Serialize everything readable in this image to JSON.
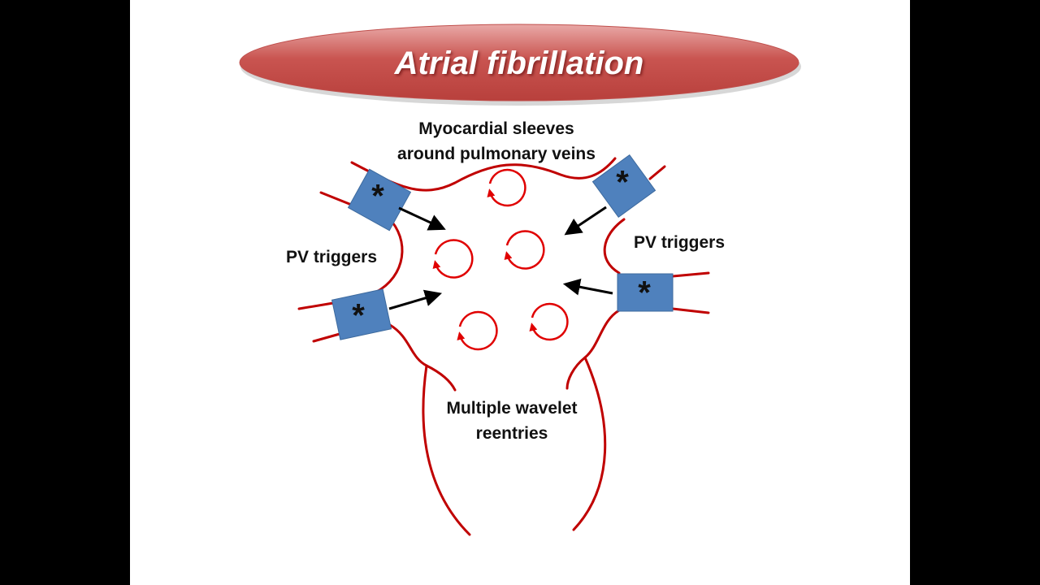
{
  "title": "Atrial fibrillation",
  "labels": {
    "sleeves_line1": "Myocardial sleeves",
    "sleeves_line2": "around pulmonary veins",
    "pv_left": "PV triggers",
    "pv_right": "PV triggers",
    "wavelet_line1": "Multiple wavelet",
    "wavelet_line2": "reentries"
  },
  "trigger_marker": "*",
  "colors": {
    "background": "#000000",
    "slide": "#ffffff",
    "title_fill": "#c0504d",
    "outline": "#c00000",
    "reentry": "#e00000",
    "trigger_box": "#4f81bd",
    "arrow": "#000000"
  }
}
